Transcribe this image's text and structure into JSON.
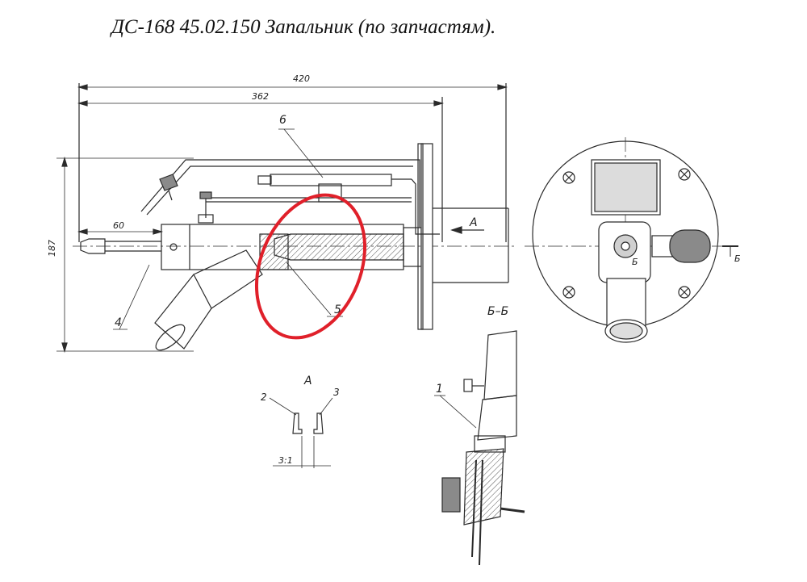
{
  "title": "ДС-168 45.02.150 Запальник (по запчастям).",
  "dimensions": {
    "overall_length": "420",
    "body_length": "362",
    "height": "187",
    "nozzle_length": "60"
  },
  "callouts": {
    "part_1": "1",
    "part_2": "2",
    "part_3": "3",
    "part_4": "4",
    "part_5": "5",
    "part_6": "6"
  },
  "views": {
    "view_a_label": "А",
    "view_a_arrow": "А",
    "section_label": "Б–Б",
    "section_mark_left": "Б",
    "section_mark_right": "Б",
    "scale": "3:1"
  },
  "colors": {
    "line": "#2a2a2a",
    "highlight": "#e0202a",
    "fill_gray": "#8a8a8a"
  }
}
